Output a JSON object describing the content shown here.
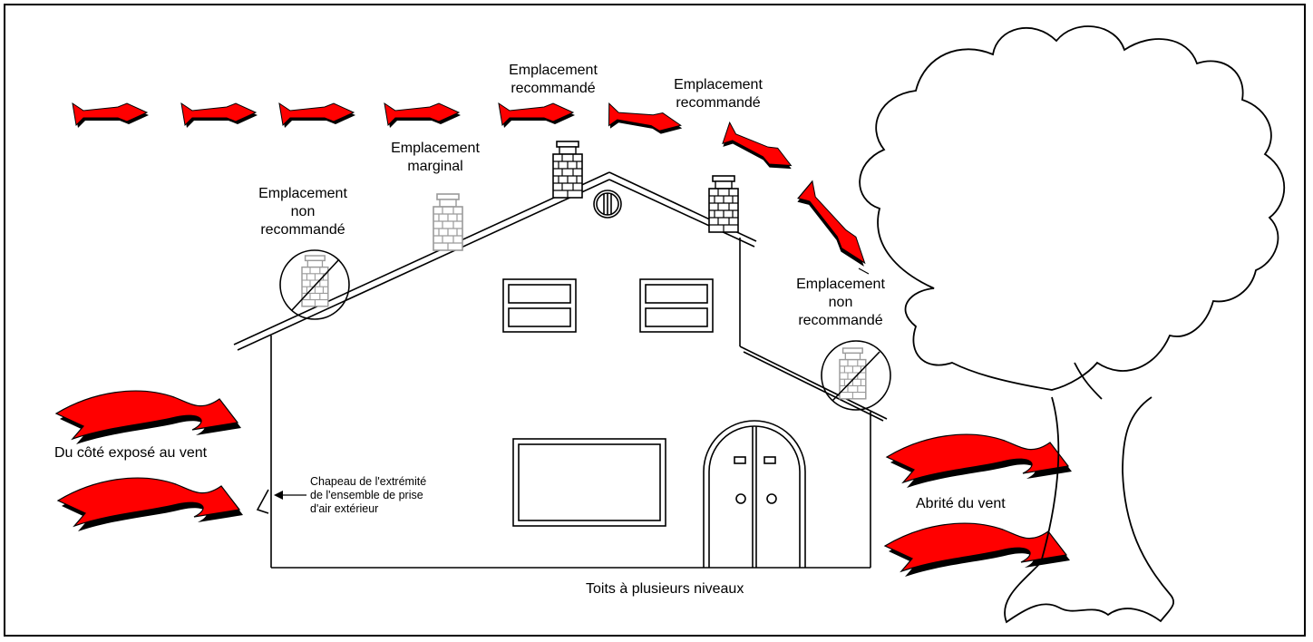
{
  "diagram": {
    "labels": {
      "non_recommended_left": [
        "Emplacement",
        "non",
        "recommandé"
      ],
      "marginal": [
        "Emplacement",
        "marginal"
      ],
      "recommended_1": [
        "Emplacement",
        "recommandé"
      ],
      "recommended_2": [
        "Emplacement",
        "recommandé"
      ],
      "non_recommended_right": [
        "Emplacement",
        "non",
        "recommandé"
      ],
      "windward": "Du côté exposé au vent",
      "leeward": "Abrité du vent",
      "intake_cap": [
        "Chapeau de l'extrémité",
        "de l'ensemble de prise",
        "d'air extérieur"
      ],
      "caption": "Toits à plusieurs niveaux"
    },
    "colors": {
      "wind_arrow": "#ff0000",
      "wind_shadow": "#000000",
      "line": "#000000",
      "chimney_faded": "#9a9a9a"
    },
    "icons": [
      "wind-arrow-icon",
      "chimney-icon",
      "prohibited-circle-icon",
      "tree-icon",
      "house-icon",
      "attic-vent-icon"
    ]
  }
}
